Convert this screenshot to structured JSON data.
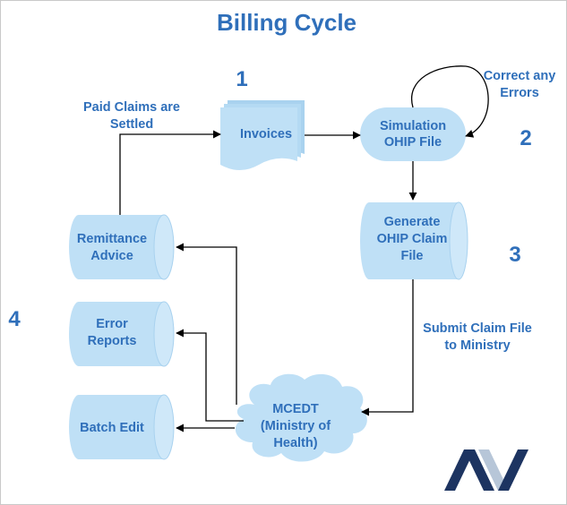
{
  "title": "Billing Cycle",
  "steps": [
    "1",
    "2",
    "3",
    "4"
  ],
  "nodes": {
    "invoices": "Invoices",
    "simulation": [
      "Simulation",
      "OHIP File"
    ],
    "generate": [
      "Generate",
      "OHIP Claim",
      "File"
    ],
    "remittance": [
      "Remittance",
      "Advice"
    ],
    "error_reports": [
      "Error",
      "Reports"
    ],
    "batch_edit": "Batch Edit",
    "mcedt": [
      "MCEDT",
      "(Ministry of",
      "Health)"
    ]
  },
  "edge_labels": {
    "paid_claims": [
      "Paid Claims are",
      "Settled"
    ],
    "correct_errors": [
      "Correct any",
      "Errors"
    ],
    "submit_claim": [
      "Submit Claim File",
      "to Ministry"
    ]
  },
  "colors": {
    "text": "#2f6fba",
    "shape_fill": "#bfe0f6",
    "logo_dark": "#1d3461",
    "logo_light": "#b7c6d8"
  }
}
